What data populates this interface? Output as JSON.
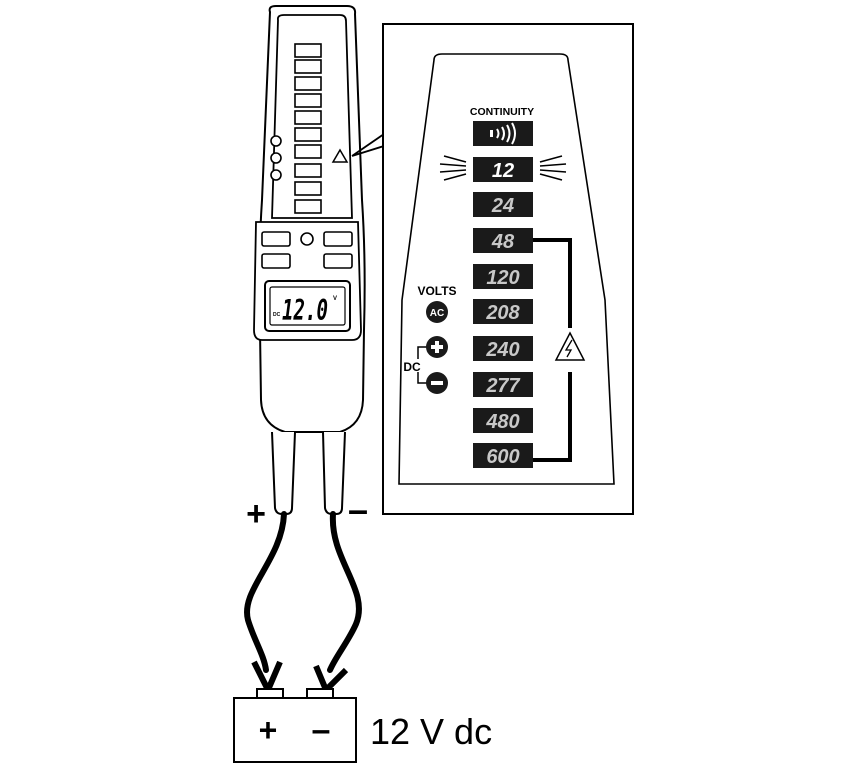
{
  "tester": {
    "lcd_prefix": "DC",
    "lcd_reading": "12.0",
    "lcd_unit": "V",
    "positive_lead_symbol": "+",
    "negative_lead_symbol": "–"
  },
  "callout": {
    "continuity_label": "CONTINUITY",
    "continuity_icon": "sound-waves-icon",
    "lit_voltage": "12",
    "voltage_levels": [
      "12",
      "24",
      "48",
      "120",
      "208",
      "240",
      "277",
      "480",
      "600"
    ],
    "volts_label": "VOLTS",
    "ac_badge": "AC",
    "dc_label": "DC",
    "hazard_icon": "high-voltage-warning-icon",
    "dc_plus_icon": "plus-circle-icon",
    "dc_minus_icon": "minus-circle-icon"
  },
  "battery": {
    "positive_terminal": "+",
    "negative_terminal": "–",
    "rating": "12 V dc"
  },
  "colors": {
    "ink": "#000000",
    "led_label_bg": "#1a1a1a",
    "led_label_text": "#ffffff",
    "panel_bg": "#ffffff"
  }
}
